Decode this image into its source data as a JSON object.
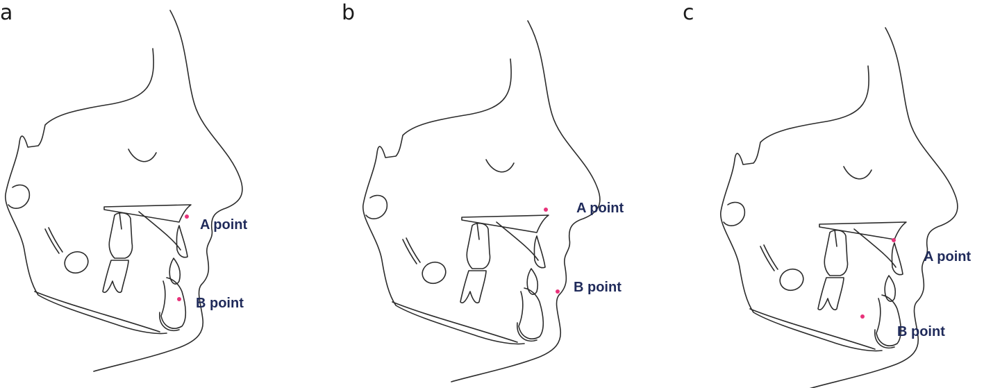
{
  "panels": [
    {
      "id": "a",
      "letter": "a",
      "a_point_label": "A point",
      "b_point_label": "B point"
    },
    {
      "id": "b",
      "letter": "b",
      "a_point_label": "A point",
      "b_point_label": "B point"
    },
    {
      "id": "c",
      "letter": "c",
      "a_point_label": "A point",
      "b_point_label": "B point"
    }
  ],
  "colors": {
    "outline": "#2b2b2b",
    "landmark": "#e8327a",
    "label": "#1f2a5a"
  }
}
